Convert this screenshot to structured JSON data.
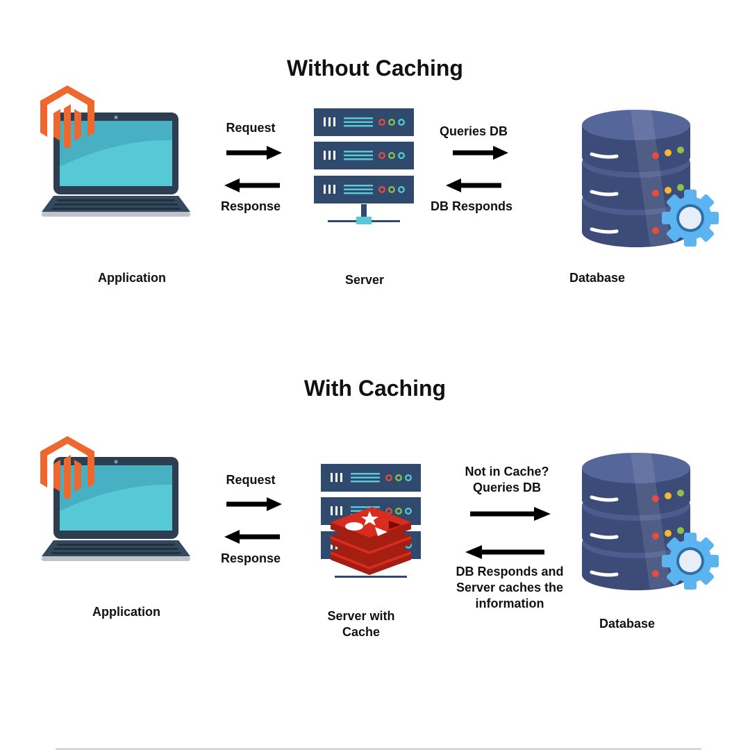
{
  "sections": {
    "without": {
      "title": "Without Caching",
      "app_label": "Application",
      "server_label": "Server",
      "db_label": "Database",
      "request_label": "Request",
      "response_label": "Response",
      "query_label": "Queries DB",
      "respond_label": "DB Responds"
    },
    "with": {
      "title": "With Caching",
      "app_label": "Application",
      "server_label": "Server with Cache",
      "db_label": "Database",
      "request_label": "Request",
      "response_label": "Response",
      "query_label": "Not in Cache? Queries DB",
      "respond_label": "DB Responds and Server caches the information"
    }
  },
  "colors": {
    "magento_orange": "#EE672F",
    "laptop_body": "#2C3E50",
    "screen": "#57C8D6",
    "server_rack": "#2F4A6D",
    "database": "#4C5C8E",
    "gear": "#5BB4F0",
    "redis_red": "#C6302B",
    "arrow": "#000000"
  },
  "icons": [
    "magento-logo-icon",
    "laptop-icon",
    "server-icon",
    "database-icon",
    "gear-icon",
    "redis-logo-icon",
    "arrow-right-icon",
    "arrow-left-icon"
  ]
}
